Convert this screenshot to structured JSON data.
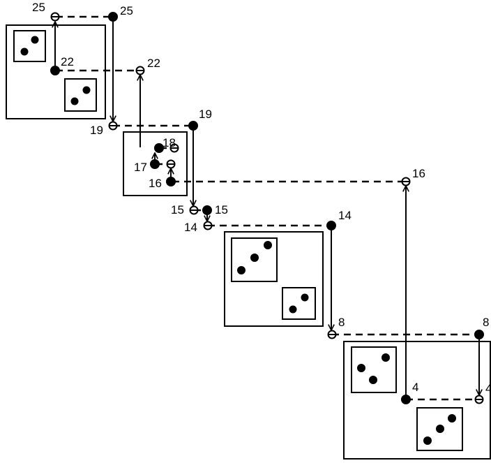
{
  "diagram": {
    "labels": {
      "l25a": "25",
      "l25b": "25",
      "l22a": "22",
      "l22b": "22",
      "l19a": "19",
      "l19b": "19",
      "l18": "18",
      "l17": "17",
      "l16a": "16",
      "l16b": "16",
      "l15a": "15",
      "l15b": "15",
      "l14a": "14",
      "l14b": "14",
      "l8a": "8",
      "l8b": "8",
      "l4a": "4",
      "l4b": "4"
    },
    "colors": {
      "ink": "#000000",
      "background": "#ffffff"
    }
  }
}
